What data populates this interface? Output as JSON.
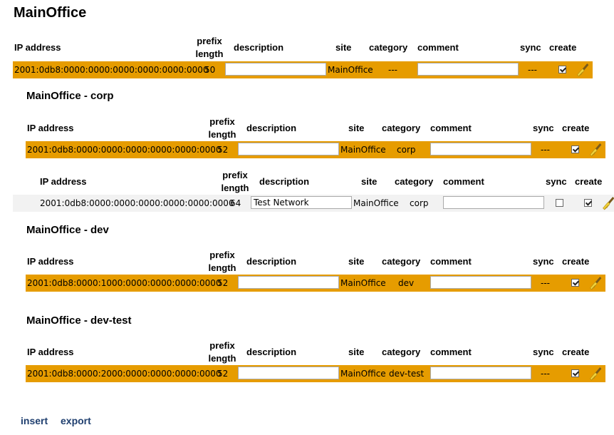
{
  "page_title": "MainOffice",
  "headers": {
    "ip": "IP address",
    "prefix_line1": "prefix",
    "prefix_line2": "length",
    "description": "description",
    "site": "site",
    "category": "category",
    "comment": "comment",
    "sync": "sync",
    "create": "create"
  },
  "top": {
    "ip": "2001:0db8:0000:0000:0000:0000:0000:0000",
    "prefix": "50",
    "description": "",
    "site": "MainOffice",
    "category": "---",
    "comment": "",
    "sync": "---",
    "create_checked": true
  },
  "corp": {
    "title": "MainOffice - corp",
    "row": {
      "ip": "2001:0db8:0000:0000:0000:0000:0000:0000",
      "prefix": "52",
      "description": "",
      "site": "MainOffice",
      "category": "corp",
      "comment": "",
      "sync": "---",
      "create_checked": true
    },
    "sub_row": {
      "ip": "2001:0db8:0000:0000:0000:0000:0000:0000",
      "prefix": "64",
      "description": "Test Network",
      "site": "MainOffice",
      "category": "corp",
      "comment": "",
      "sync_checked": false,
      "create_checked": true
    }
  },
  "dev": {
    "title": "MainOffice - dev",
    "row": {
      "ip": "2001:0db8:0000:1000:0000:0000:0000:0000",
      "prefix": "52",
      "description": "",
      "site": "MainOffice",
      "category": "dev",
      "comment": "",
      "sync": "---",
      "create_checked": true
    }
  },
  "devtest": {
    "title": "MainOffice - dev-test",
    "row": {
      "ip": "2001:0db8:0000:2000:0000:0000:0000:0000",
      "prefix": "52",
      "description": "",
      "site": "MainOffice",
      "category": "dev-test",
      "comment": "",
      "sync": "---",
      "create_checked": true
    }
  },
  "actions": {
    "insert": "insert",
    "export": "export"
  }
}
